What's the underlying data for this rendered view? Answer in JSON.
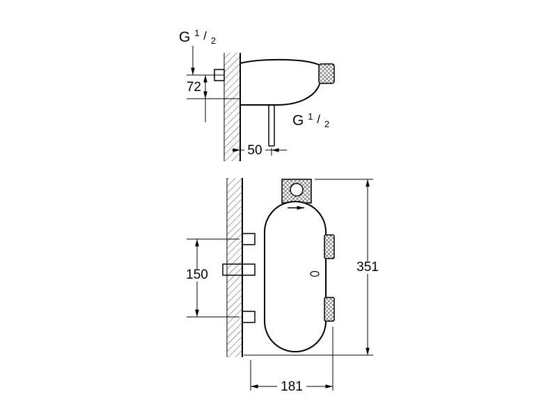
{
  "drawing": {
    "type": "technical-dimension-drawing",
    "subject": "wall-mounted thermostatic shower mixer, side view and front view",
    "colors": {
      "line": "#000000",
      "background": "#ffffff",
      "hatch": "#555555"
    },
    "side_view": {
      "inlet_thread_label": {
        "base": "G",
        "sup": "1",
        "slash": "/",
        "sub": "2"
      },
      "outlet_thread_label": {
        "base": "G",
        "sup": "1",
        "slash": "/",
        "sub": "2"
      },
      "dim_height": "72",
      "dim_offset": "50"
    },
    "front_view": {
      "dim_port_spacing": "150",
      "dim_total_height": "351",
      "dim_total_width": "181"
    }
  }
}
